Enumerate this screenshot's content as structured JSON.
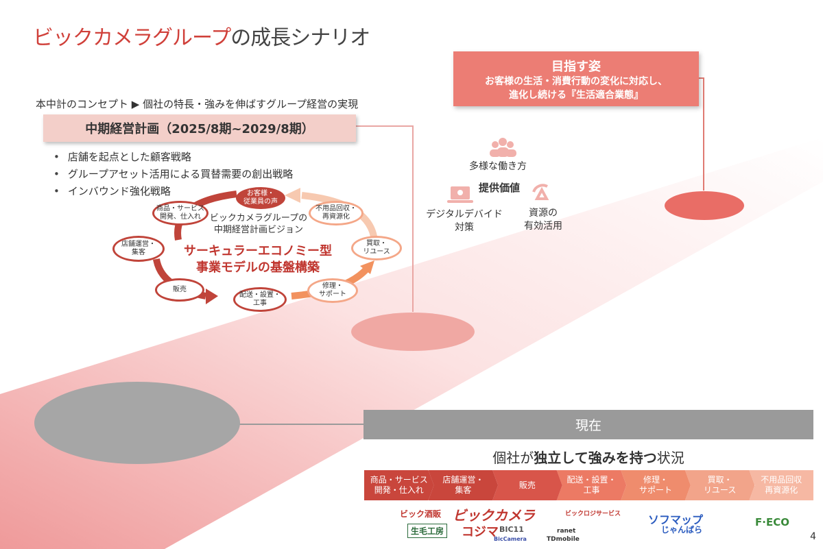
{
  "title": {
    "highlight": "ビックカメラグループ",
    "rest": "の成長シナリオ"
  },
  "concept_line": "本中計のコンセプト ▶ 個社の特長・強みを伸ばすグループ経営の実現",
  "plan_box": "中期経営計画（2025/8期~2029/8期）",
  "strategies": [
    "店舗を起点とした顧客戦略",
    "グループアセット活用による買替需要の創出戦略",
    "インバウンド強化戦略"
  ],
  "goal": {
    "title": "目指す姿",
    "line1": "お客様の生活・消費行動の変化に対応し、",
    "line2": "進化し続ける『生活適合業態』"
  },
  "value": {
    "title": "提供価値",
    "work": "多様な働き方",
    "digital_line1": "デジタルデバイド",
    "digital_line2": "対策",
    "resource_line1": "資源の",
    "resource_line2": "有効活用"
  },
  "cycle": {
    "vision_line1": "ビックカメラグループの",
    "vision_line2": "中期経営計画ビジョン",
    "model_line1": "サーキュラーエコノミー型",
    "model_line2": "事業モデルの基盤構築",
    "nodes": {
      "voice": [
        "お客様・",
        "従業員の声"
      ],
      "product": [
        "商品・サービス",
        "開発、仕入れ"
      ],
      "store": [
        "店舗運営・",
        "集客"
      ],
      "sales": [
        "販売"
      ],
      "delivery": [
        "配送・設置・",
        "工事"
      ],
      "repair": [
        "修理・",
        "サポート"
      ],
      "buyback": [
        "買取・",
        "リユース"
      ],
      "recycle": [
        "不用品回収・",
        "再資源化"
      ]
    }
  },
  "now": {
    "bar": "現在",
    "caption_pre": "個社が",
    "caption_bold1": "独立して強みを持つ",
    "caption_post": "状況"
  },
  "value_chain": [
    {
      "line1": "商品・サービス",
      "line2": "開発・仕入れ"
    },
    {
      "line1": "店舗運営・",
      "line2": "集客"
    },
    {
      "line1": "販売",
      "line2": ""
    },
    {
      "line1": "配送・設置・",
      "line2": "工事"
    },
    {
      "line1": "修理・",
      "line2": "サポート"
    },
    {
      "line1": "買取・",
      "line2": "リユース"
    },
    {
      "line1": "不用品回収",
      "line2": "再資源化"
    }
  ],
  "logos": {
    "biccamera_sake": "ビック酒販",
    "biccamera": "ビックカメラ",
    "ikiiki": "生毛工房",
    "kojima": "コジマ",
    "bic11": "BIC11",
    "biccamera_en": "BicCamera",
    "bic_service": "ビックロジサービス",
    "ranet": "ranet",
    "tdmobile": "TDmobile",
    "sofmap": "ソフマップ",
    "janpara": "じゃんぱら",
    "feco": "F·ECO"
  },
  "page_number": "4",
  "colors": {
    "accent_red": "#d0403a",
    "goal_box": "#ec7d74",
    "plan_box": "#f3cfc9",
    "now_bar": "#9a9a9a",
    "chain": [
      "#c9463c",
      "#c9463c",
      "#d8554a",
      "#ec7a64",
      "#ef8c6d",
      "#f2a48a",
      "#f6b8a3"
    ]
  }
}
